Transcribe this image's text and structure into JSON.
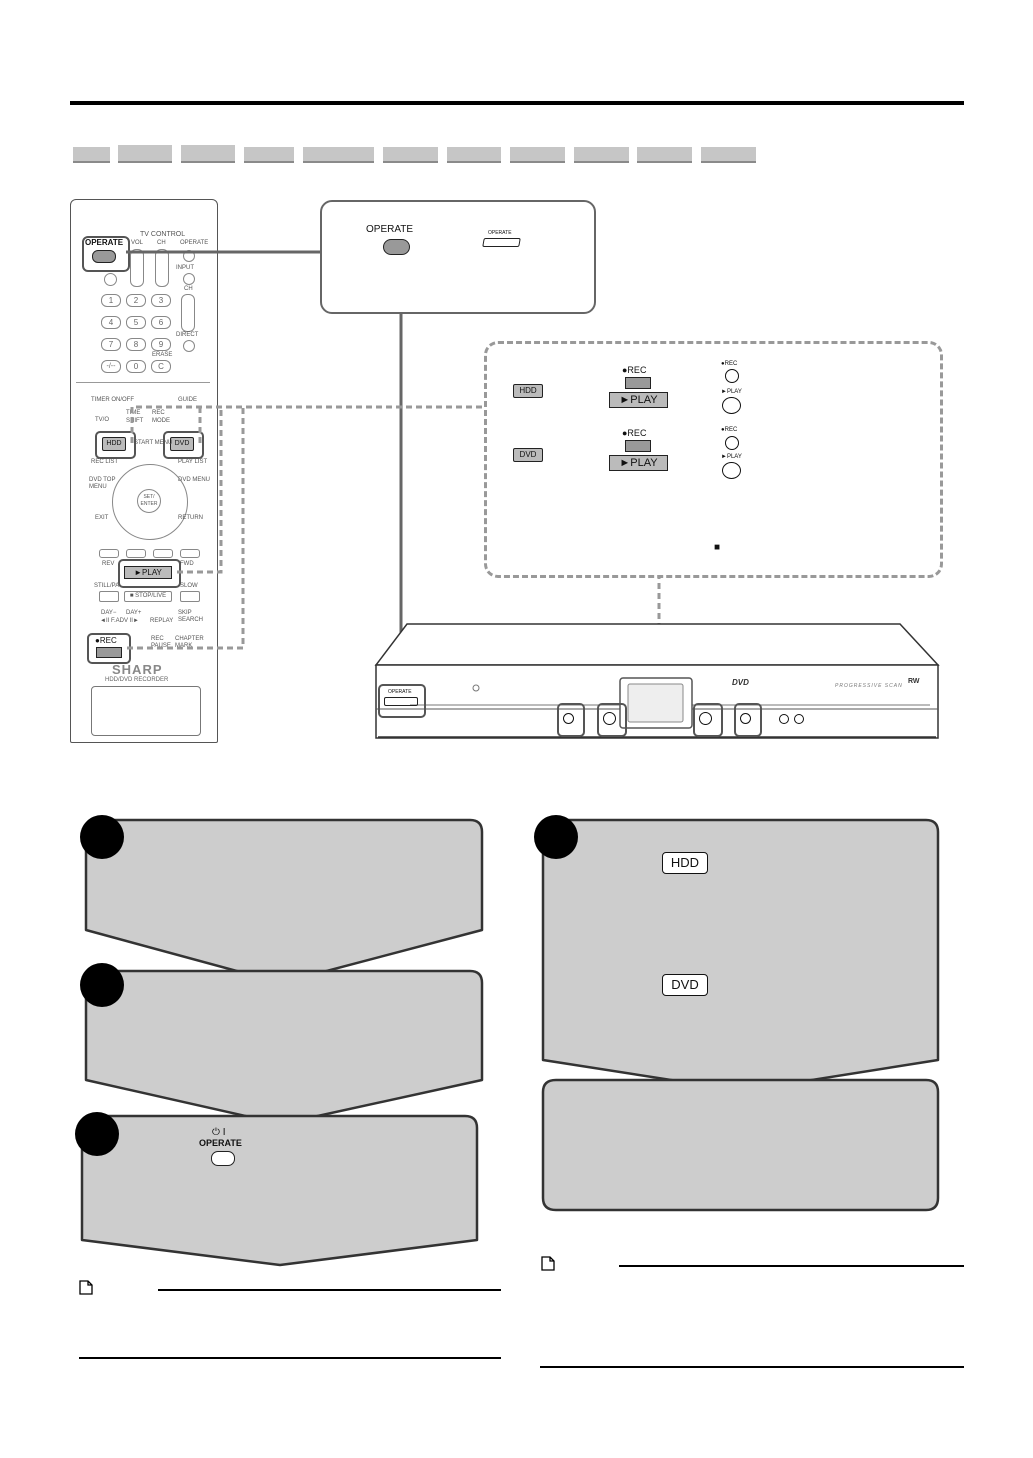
{
  "remote": {
    "tv_control": "TV CONTROL",
    "operate": "OPERATE",
    "vol": "VOL",
    "ch": "CH",
    "operate_small": "OPERATE",
    "input": "INPUT",
    "ch2": "CH",
    "direct": "DIRECT",
    "erase": "ERASE",
    "timer_on_off": "TIMER ON/OFF",
    "guide": "GUIDE",
    "tvo": "TV/O",
    "time_shift": "TIME SHIFT",
    "rec_mode": "REC MODE",
    "hdd": "HDD",
    "dvd": "DVD",
    "start_menu": "START MENU",
    "rec_list": "REC LIST",
    "play_list": "PLAY LIST",
    "dvd_top_menu": "DVD TOP MENU",
    "dvd_menu": "DVD MENU",
    "set_enter": "SET/ ENTER",
    "exit": "EXIT",
    "return": "RETURN",
    "rev": "REV",
    "fwd": "FWD",
    "play": "►PLAY",
    "still_pause": "STILL/PA",
    "slow": "SLOW",
    "stop_live": "■ STOP/LIVE",
    "day_minus": "DAY−",
    "day_plus": "DAY+",
    "f_adv": "◄II F.ADV II►",
    "replay": "REPLAY",
    "skip_search": "SKIP SEARCH",
    "rec": "●REC",
    "rec_pause": "REC PAUSE",
    "chapter_mark": "CHAPTER MARK",
    "brand": "SHARP",
    "model": "HDD/DVD RECORDER",
    "keypad": [
      "1",
      "2",
      "3",
      "4",
      "5",
      "6",
      "7",
      "8",
      "9",
      "-/--",
      "0",
      "C"
    ]
  },
  "operate_callout": {
    "remote_label": "OPERATE",
    "unit_label": "OPERATE"
  },
  "mode_callout": {
    "hdd": "HDD",
    "dvd": "DVD",
    "rec": "●REC",
    "play": "►PLAY",
    "unit_rec": "●REC",
    "unit_play": "►PLAY",
    "stop_symbol": "■"
  },
  "recorder": {
    "operate": "OPERATE",
    "progressive": "PROGRESSIVE SCAN",
    "dvd_logo": "DVD",
    "rw_logo": "RW"
  },
  "steps": {
    "step3_icon_label": "OPERATE",
    "step3_power": "⏻ I",
    "hdd_key": "HDD",
    "dvd_key": "DVD"
  },
  "colors": {
    "panel_fill": "#cdcdcd",
    "tab_fill": "#c6c6c6",
    "button_fill": "#bdbdbd"
  }
}
